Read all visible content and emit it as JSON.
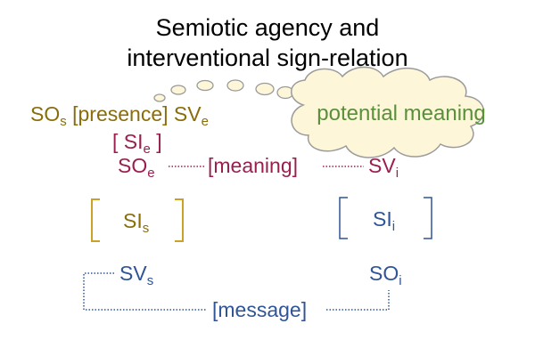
{
  "title": {
    "line1": "Semiotic agency and",
    "line2": "interventional sign-relation"
  },
  "cloud": {
    "text": "potential meaning"
  },
  "top_relation": {
    "so_base": "SO",
    "so_sub": "s",
    "presence": "[presence]",
    "sv_base": "SV",
    "sv_sub": "e"
  },
  "si_e": {
    "open": "[",
    "base": "SI",
    "sub": "e",
    "close": "]"
  },
  "meaning_relation": {
    "so_base": "SO",
    "so_sub": "e",
    "meaning": "[meaning]",
    "sv_base": "SV",
    "sv_sub": "i"
  },
  "si_s": {
    "base": "SI",
    "sub": "s"
  },
  "si_i": {
    "base": "SI",
    "sub": "i"
  },
  "sv_s": {
    "base": "SV",
    "sub": "s"
  },
  "so_i": {
    "base": "SO",
    "sub": "i"
  },
  "message": {
    "text": "[message]"
  },
  "colors": {
    "gold": "#8a6d0b",
    "maroon": "#9a1f4e",
    "blue": "#2f5597",
    "green": "#5a8f3c",
    "cloud_fill": "#fdf6d8",
    "cloud_stroke": "#9b9b9b"
  }
}
